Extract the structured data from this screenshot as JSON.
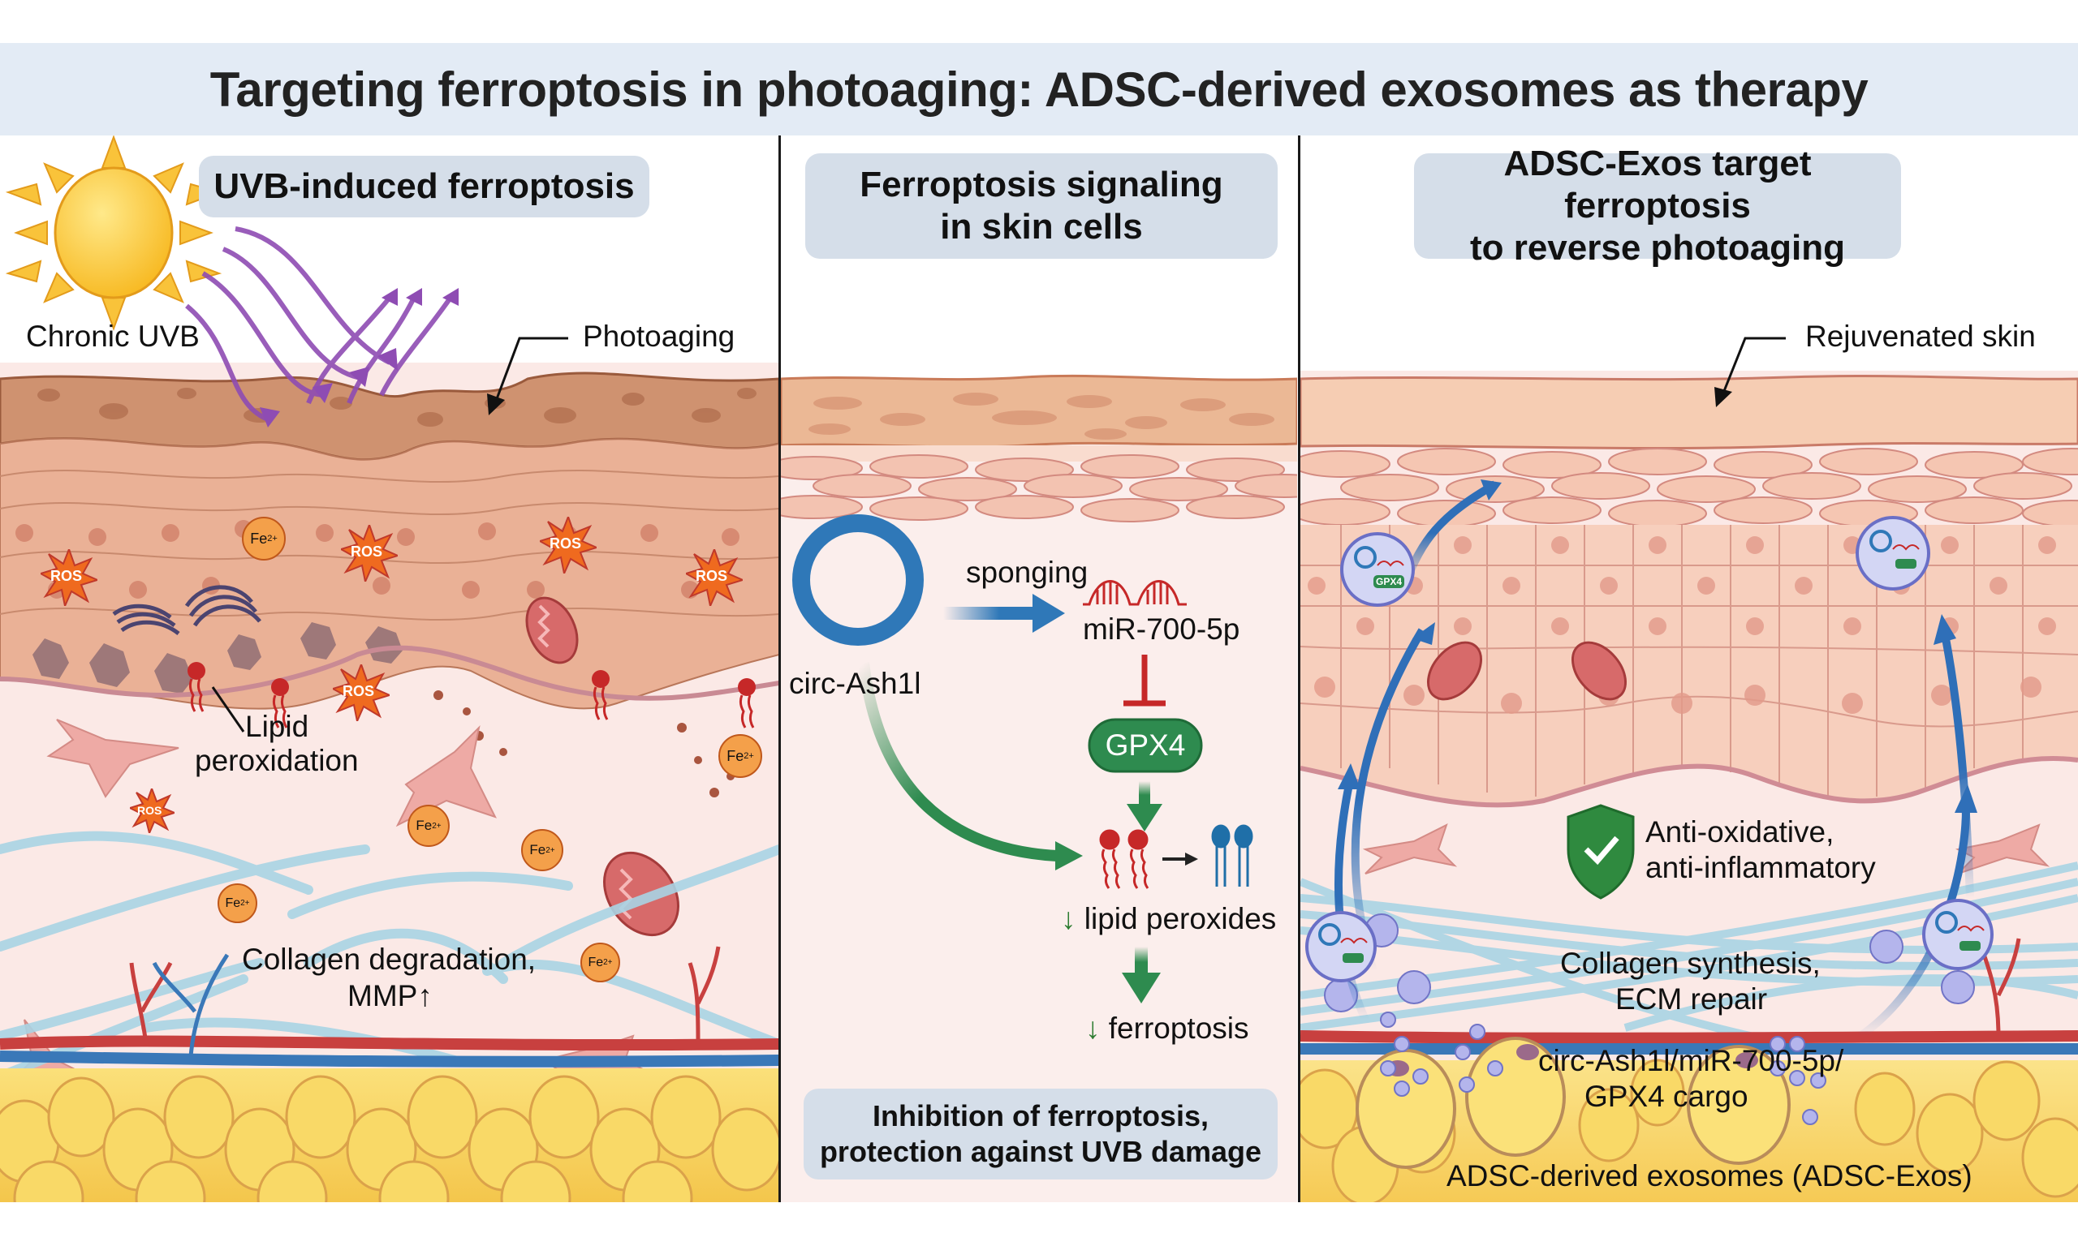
{
  "title": "Targeting ferroptosis in photoaging: ADSC-derived exosomes as therapy",
  "panels": {
    "left": {
      "heading": "UVB-induced ferroptosis",
      "labels": {
        "chronic_uvb": "Chronic UVB",
        "photoaging": "Photoaging",
        "lipid_peroxidation_1": "Lipid",
        "lipid_peroxidation_2": "peroxidation",
        "collagen_1": "Collagen degradation,",
        "collagen_2": "MMP↑"
      },
      "markers": {
        "ros": "ROS",
        "iron": "Fe",
        "iron_charge": "2+"
      }
    },
    "middle": {
      "heading_1": "Ferroptosis signaling",
      "heading_2": "in skin cells",
      "nodes": {
        "circ": "circ-Ash1l",
        "sponging": "sponging",
        "mir": "miR-700-5p",
        "gpx4": "GPX4",
        "lipid_peroxides": "lipid peroxides",
        "ferroptosis": "ferroptosis",
        "down_arrow": "↓"
      },
      "footer_1": "Inhibition of ferroptosis,",
      "footer_2": "protection against UVB damage"
    },
    "right": {
      "heading_1": "ADSC-Exos target ferroptosis",
      "heading_2": "to reverse photoaging",
      "labels": {
        "rejuvenated": "Rejuvenated skin",
        "anti_1": "Anti-oxidative,",
        "anti_2": "anti-inflammatory",
        "collagen_1": "Collagen synthesis,",
        "collagen_2": "ECM repair",
        "cargo_1": "circ-Ash1l/miR-700-5p/",
        "cargo_2": "GPX4 cargo",
        "exos": "ADSC-derived exosomes (ADSC-Exos)"
      },
      "vesicle_tag": "GPX4"
    }
  },
  "colors": {
    "title_bg": "#e3ebf5",
    "heading_bg": "#d5dee9",
    "uv_purple": "#8e4cb3",
    "ros_orange": "#ef6a1f",
    "iron_orange": "#f4a04a",
    "circ_blue": "#2f78b8",
    "mir_red": "#c62828",
    "gpx4_green": "#2e8b4f",
    "fat_yellow": "#f8d25a",
    "collagen_blue": "#a9d4e4",
    "skin_tan": "#e9b694",
    "shield_green": "#2f8a3f"
  }
}
